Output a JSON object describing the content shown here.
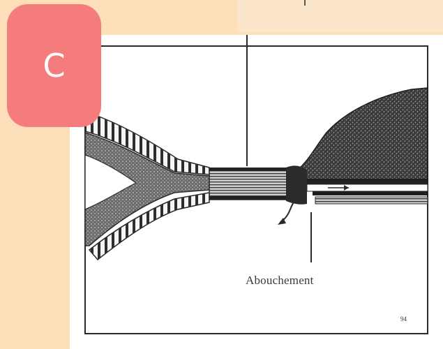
{
  "badge": {
    "letter": "C",
    "color": "#f47c7c"
  },
  "figure": {
    "annotation_label": "Abouchement",
    "figure_number": "94"
  },
  "colors": {
    "page_background": "#fde0b9",
    "card_background": "#ffffff",
    "ink": "#2a2a2a"
  }
}
